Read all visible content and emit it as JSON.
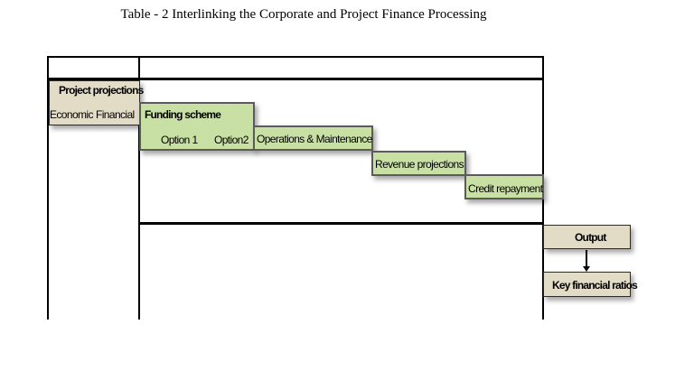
{
  "title": "Table - 2 Interlinking the Corporate and Project Finance Processing",
  "project_projections": {
    "heading": "Project projections",
    "economic": "Economic",
    "financial": "Financial"
  },
  "funding_scheme": {
    "heading": "Funding scheme",
    "option1": "Option 1",
    "option2": "Option2"
  },
  "operations_maintenance": "Operations & Maintenance",
  "revenue_projections": "Revenue projections",
  "credit_repayment": "Credit repayment",
  "output": "Output",
  "key_financial_ratios": "Key financial ratios",
  "colors": {
    "tan": "#e2dcc6",
    "green": "#c9e0a4"
  }
}
